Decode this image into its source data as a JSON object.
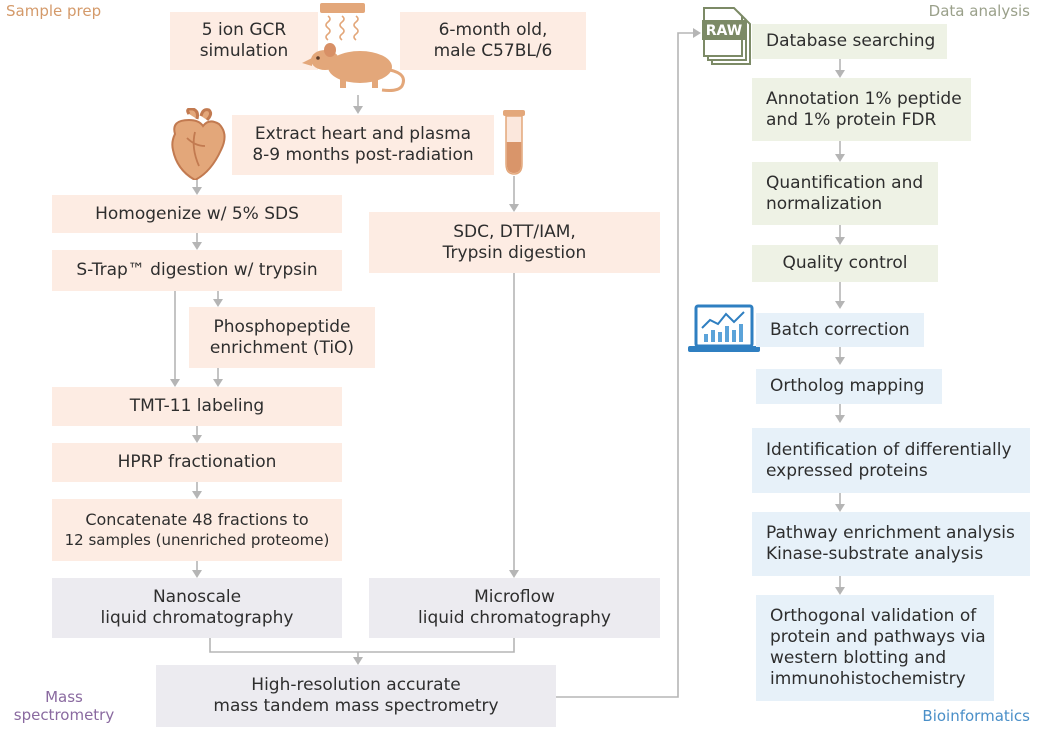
{
  "sections": {
    "sample_prep": "Sample prep",
    "data_analysis": "Data analysis",
    "mass_spec_line1": "Mass",
    "mass_spec_line2": "spectrometry",
    "bioinformatics": "Bioinformatics"
  },
  "colors": {
    "sample_prep": "#d49a6a",
    "data_analysis": "#9aa08a",
    "mass_spec": "#8a6aa0",
    "bioinformatics": "#4a8fc8"
  },
  "sample_prep": {
    "gcr_simulation": [
      "5 ion GCR",
      "simulation"
    ],
    "mouse_info": [
      "6-month old,",
      "male C57BL/6"
    ],
    "extract": [
      "Extract heart and plasma",
      "8-9 months post-radiation"
    ],
    "homogenize": "Homogenize w/ 5% SDS",
    "strap": "S-Trap™ digestion w/ trypsin",
    "phospho": [
      "Phosphopeptide",
      "enrichment (TiO)"
    ],
    "tmt": "TMT-11 labeling",
    "hprp": "HPRP fractionation",
    "concatenate": [
      "Concatenate 48 fractions to",
      "12 samples (unenriched proteome)"
    ],
    "sdc": [
      "SDC, DTT/IAM,",
      "Trypsin digestion"
    ]
  },
  "mass_spec": {
    "nanoscale": [
      "Nanoscale",
      "liquid chromatography"
    ],
    "microflow": [
      "Microflow",
      "liquid chromatography"
    ],
    "hram": [
      "High-resolution accurate",
      "mass tandem mass spectrometry"
    ]
  },
  "data_analysis": {
    "raw_label": "RAW",
    "database": "Database searching",
    "annotation": [
      "Annotation 1% peptide",
      "and 1% protein FDR"
    ],
    "quantification": [
      "Quantification and",
      "normalization"
    ],
    "quality": "Quality control"
  },
  "bioinformatics": {
    "batch": "Batch correction",
    "ortholog": "Ortholog mapping",
    "identification": [
      "Identification of differentially",
      "expressed proteins"
    ],
    "pathway": [
      "Pathway enrichment analysis",
      "Kinase-substrate analysis"
    ],
    "validation": [
      "Orthogonal validation of",
      "protein and pathways via",
      "western blotting and",
      "immunohistochemistry"
    ]
  },
  "icons": [
    "radiation-source-icon",
    "mouse-icon",
    "heart-icon",
    "test-tube-icon",
    "raw-file-icon",
    "laptop-chart-icon"
  ]
}
